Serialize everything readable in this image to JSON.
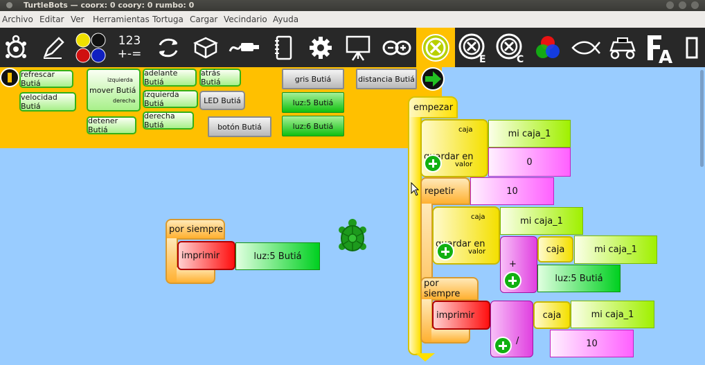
{
  "window": {
    "title": "TurtleBots — coorx: 0 coory: 0 rumbo: 0"
  },
  "menu": [
    "Archivo",
    "Editar",
    "Ver",
    "Herramientas",
    "Tortuga",
    "Cargar",
    "Vecindario",
    "Ayuda"
  ],
  "toolbar": {
    "icons": [
      "turtle-icon",
      "pen-icon",
      "color-palette-icon",
      "numbers-icon",
      "flow-icon",
      "blocks-icon",
      "sensor-icon",
      "notebook-icon",
      "gear-icon",
      "presentation-icon",
      "arduino-icon",
      "butia-icon",
      "butia-e-icon",
      "butia-c-icon",
      "rgb-icon",
      "fish-icon",
      "robot-icon",
      "text-icon",
      "more-icon"
    ],
    "numbers_top": "123",
    "numbers_bottom": "+-=",
    "colors": [
      "#f0e000",
      "#111111",
      "#d01010",
      "#1020c0"
    ]
  },
  "palette": {
    "refrescar": "refrescar Butiá",
    "velocidad": "velocidad Butiá",
    "mover_left_top": "izquierda",
    "mover": "mover Butiá",
    "mover_left_bottom": "derecha",
    "detener": "detener Butiá",
    "adelante": "adelante Butiá",
    "izquierda": "izquierda Butiá",
    "derecha": "derecha Butiá",
    "atras": "atrás Butiá",
    "led": "LED Butiá",
    "boton": "botón Butiá",
    "gris": "gris Butiá",
    "luz5": "luz:5 Butiá",
    "luz6": "luz:6 Butiá",
    "distancia": "distancia Butiá"
  },
  "canvas_left": {
    "forever": "por siempre",
    "print": "imprimir",
    "value": "luz:5 Butiá"
  },
  "canvas_right": {
    "start": "empezar",
    "store1_label": "guardar en",
    "store1_box": "caja",
    "store1_box_name": "mi caja_1",
    "store1_value_label": "valor",
    "store1_value": "0",
    "repeat": "repetir",
    "repeat_count": "10",
    "store2_label": "guardar en",
    "store2_box": "caja",
    "store2_box_name": "mi caja_1",
    "store2_value_label": "valor",
    "plus_label": "+",
    "plus_box": "caja",
    "plus_box_name": "mi caja_1",
    "plus_sensor": "luz:5 Butiá",
    "forever": "por siempre",
    "print": "imprimir",
    "div_box": "caja",
    "div_box_name": "mi caja_1",
    "div_label": "/",
    "div_value": "10"
  }
}
